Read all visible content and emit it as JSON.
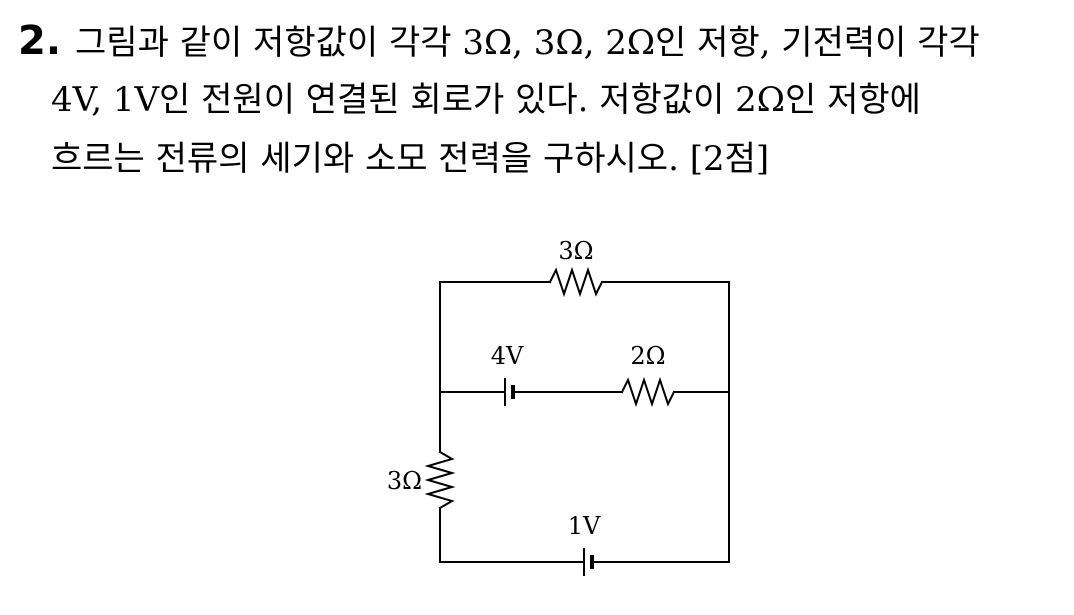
{
  "question": {
    "number": "2.",
    "lines": [
      "그림과 같이 저항값이 각각 3Ω, 3Ω, 2Ω인 저항, 기전력이 각각",
      "4V, 1V인 전원이 연결된 회로가 있다. 저항값이 2Ω인 저항에",
      "흐르는 전류의 세기와 소모 전력을 구하시오. [2점]"
    ]
  },
  "circuit": {
    "labels": {
      "top_resistor": "3Ω",
      "battery_4v": "4V",
      "middle_resistor": "2Ω",
      "left_resistor": "3Ω",
      "battery_1v": "1V"
    }
  }
}
